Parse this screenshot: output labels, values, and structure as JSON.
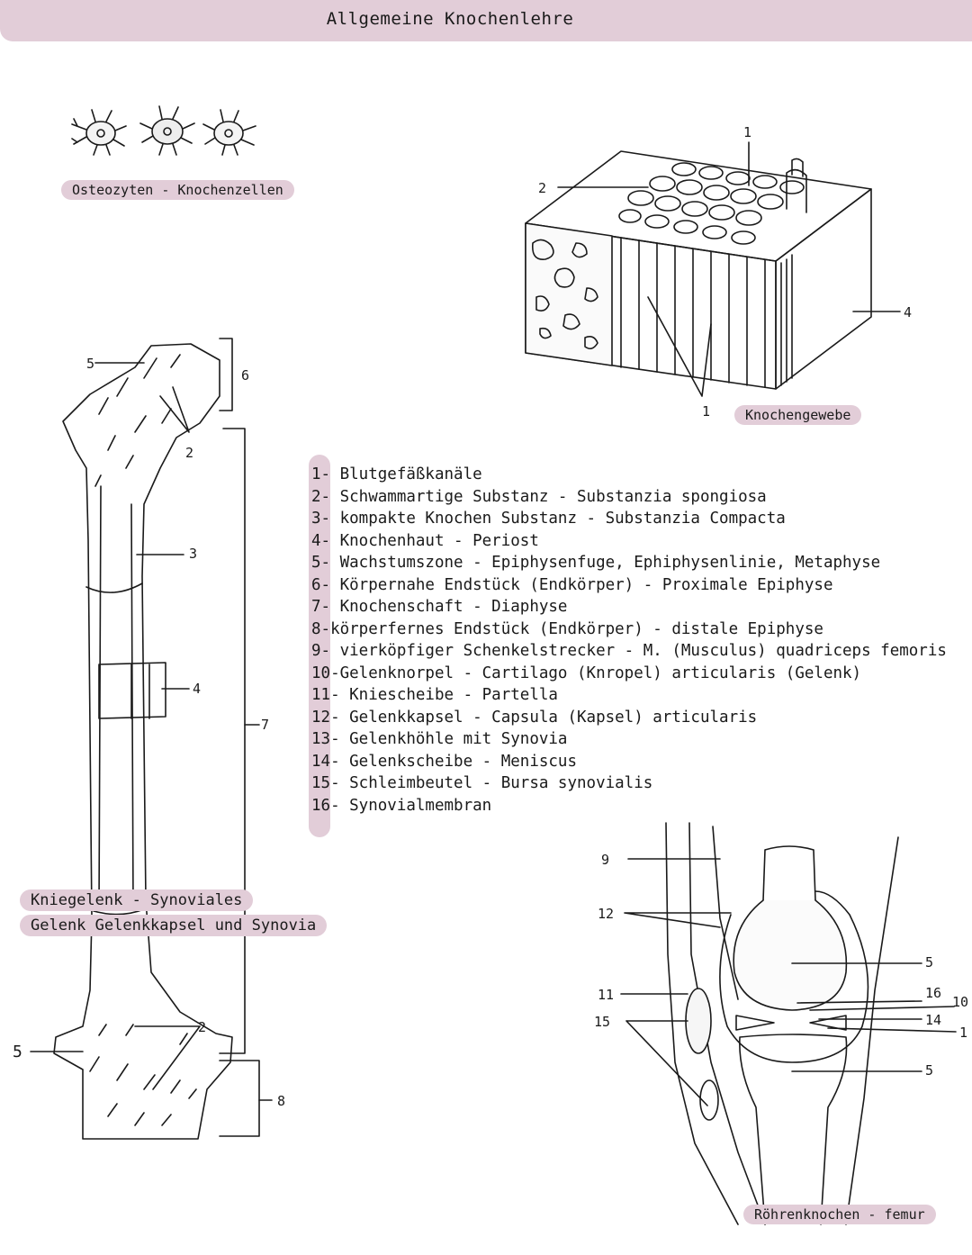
{
  "header": {
    "title": "Allgemeine Knochenlehre"
  },
  "captions": {
    "osteocytes": "Osteozyten - Knochenzellen",
    "bone_tissue": "Knochengewebe",
    "knee_joint_line1": "Kniegelenk - Synoviales",
    "knee_joint_line2": "Gelenk  Gelenkkapsel und Synovia",
    "long_bone": "Röhrenknochen - femur"
  },
  "legend": [
    "1- Blutgefäßkanäle",
    "2- Schwammartige Substanz - Substanzia spongiosa",
    "3- kompakte Knochen Substanz - Substanzia Compacta",
    "4- Knochenhaut - Periost",
    "5- Wachstumszone - Epiphysenfuge, Ephiphysenlinie, Metaphyse",
    "6- Körpernahe Endstück (Endkörper) - Proximale Epiphyse",
    "7- Knochenschaft - Diaphyse",
    "8-körperfernes Endstück (Endkörper) - distale Epiphyse",
    "9- vierköpfiger Schenkelstrecker - M. (Musculus) quadriceps femoris",
    "10-Gelenknorpel - Cartilago (Knropel) articularis (Gelenk)",
    "11- Kniescheibe - Partella",
    "12- Gelenkkapsel - Capsula (Kapsel) articularis",
    "13- Gelenkhöhle mit Synovia",
    "14- Gelenkscheibe - Meniscus",
    "15- Schleimbeutel - Bursa synovialis",
    "16- Synovialmembran"
  ],
  "femur_labels": {
    "a": "5",
    "b": "6",
    "c": "2",
    "d": "3",
    "e": "4",
    "f": "7",
    "g": "2",
    "h": "5",
    "i": "8"
  },
  "tissue_labels": {
    "a": "1",
    "b": "2",
    "c": "4",
    "d": "1"
  },
  "knee_labels": {
    "a": "9",
    "b": "12",
    "c": "11",
    "d": "15",
    "e": "5",
    "f": "16",
    "g": "10",
    "h": "14",
    "i": "1",
    "j": "5"
  },
  "colors": {
    "accent_pink": "#e2cdd8",
    "ink": "#1a1a1a"
  }
}
